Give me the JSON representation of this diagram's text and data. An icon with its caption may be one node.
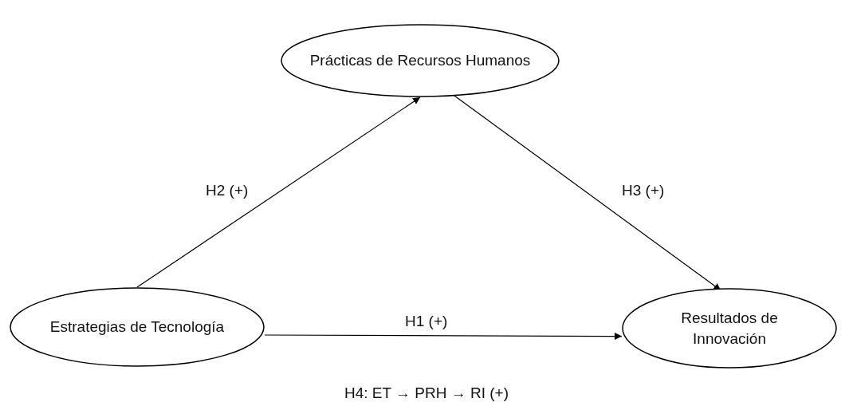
{
  "diagram": {
    "nodes": [
      {
        "text": [
          "Prácticas de Recursos Humanos"
        ]
      },
      {
        "text": [
          "Estrategias de Tecnología"
        ]
      },
      {
        "text": [
          "Resultados de Innovación"
        ]
      }
    ],
    "edges": [
      {
        "from": 1,
        "to": 0,
        "arrow": "to",
        "label": "H2 (+)"
      },
      {
        "from": 0,
        "to": 2,
        "arrow": "to",
        "label": "H3 (+)"
      },
      {
        "from": 1,
        "to": 2,
        "arrow": "to",
        "label": "H1 (+)"
      }
    ],
    "labels": [
      "H4: ET → PRH → RI (+)"
    ]
  }
}
